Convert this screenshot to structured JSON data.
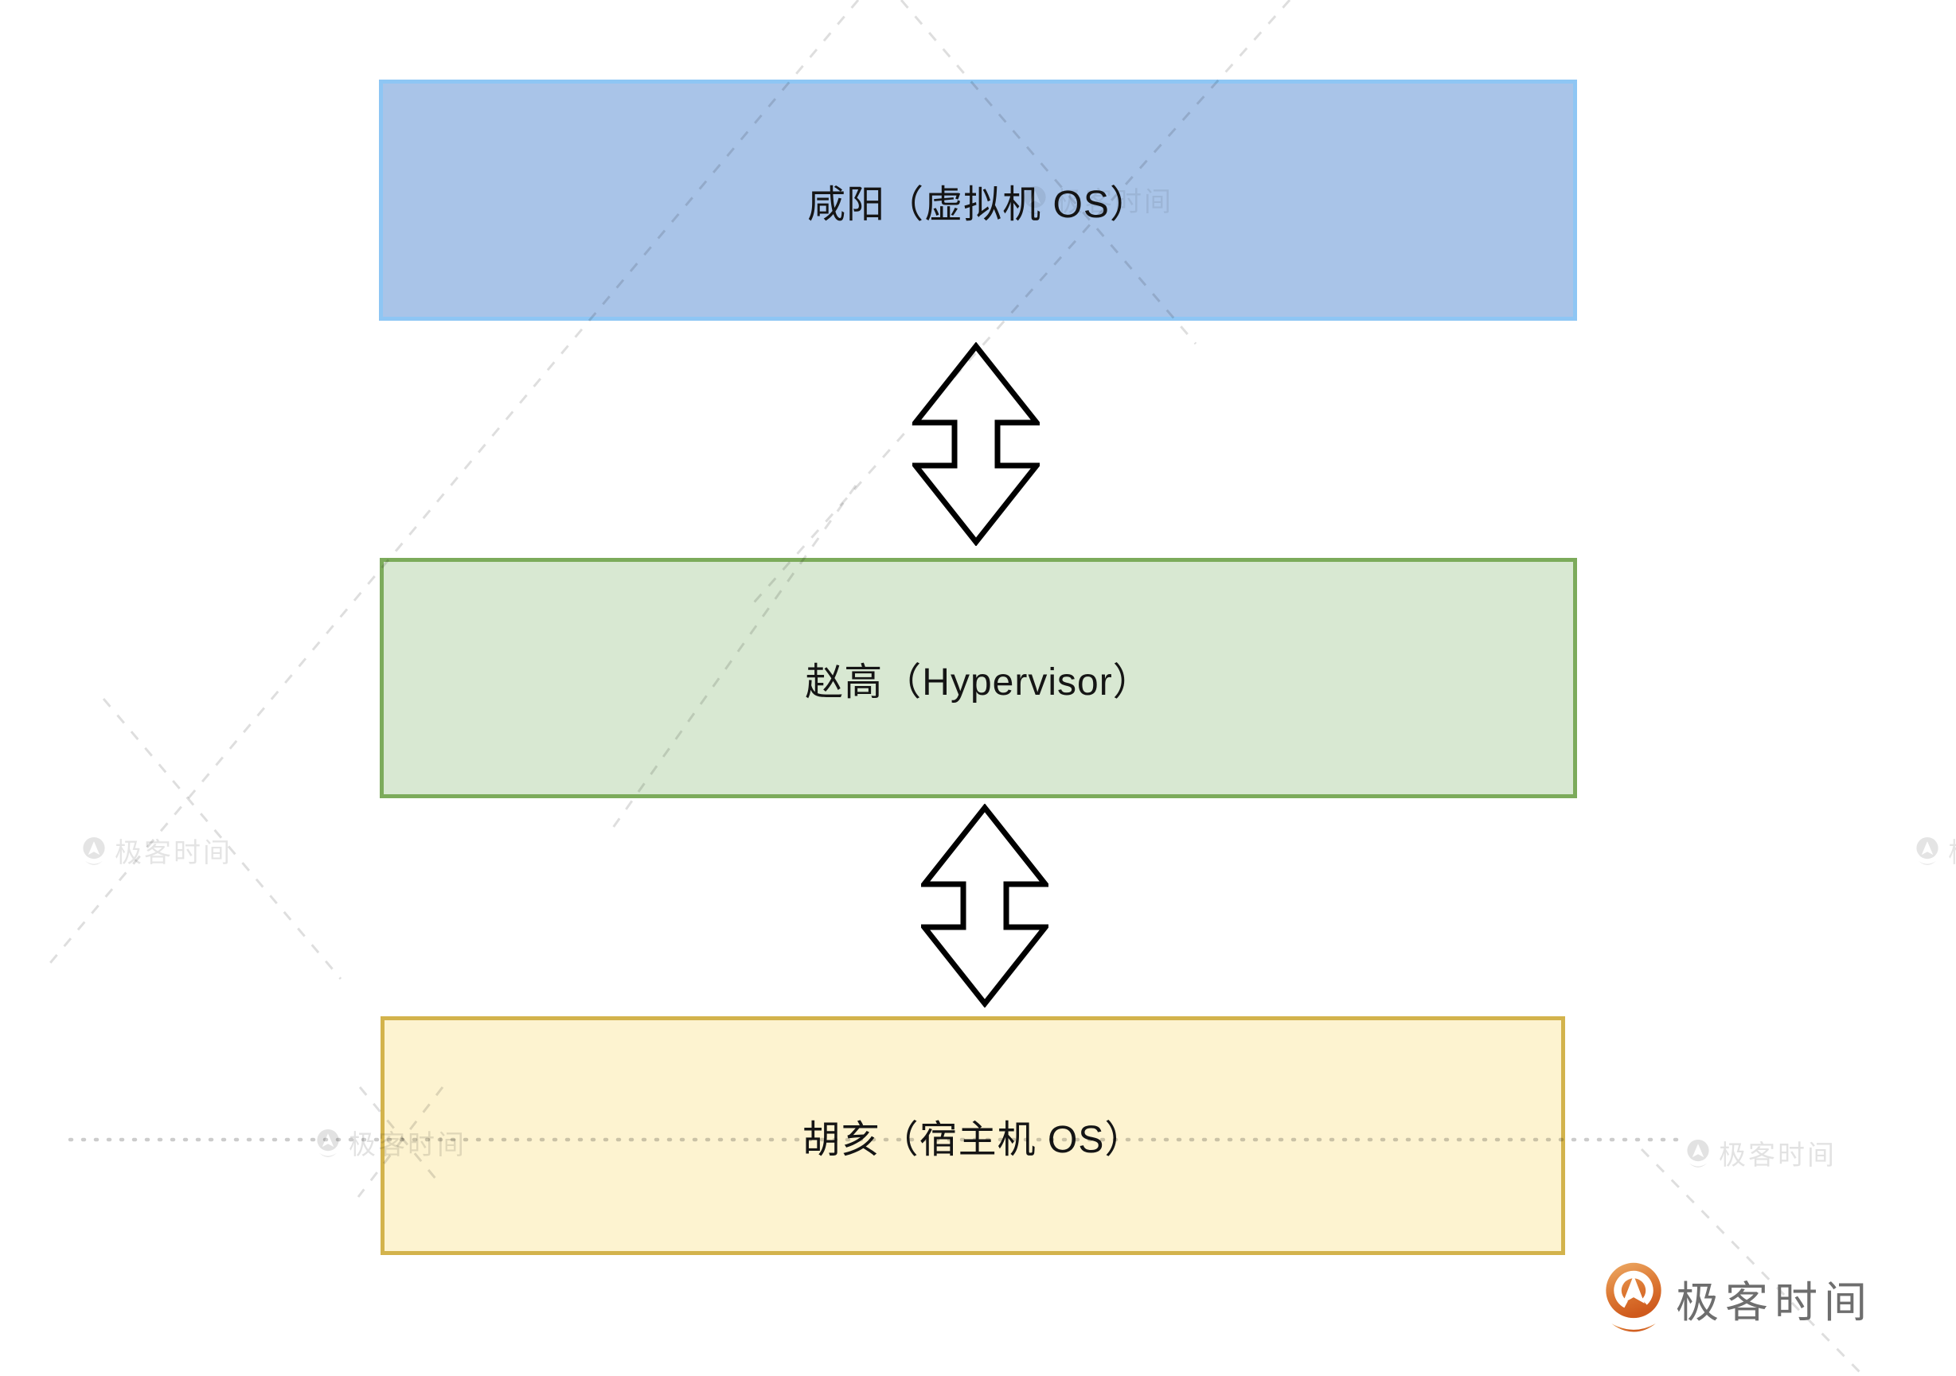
{
  "diagram": {
    "boxes": [
      {
        "role": "vm-os",
        "label": "咸阳（虚拟机 OS）",
        "fill": "#a9c4e8",
        "border": "#8ec6f4"
      },
      {
        "role": "hypervisor",
        "label": "赵高（Hypervisor）",
        "fill": "#d8e8d2",
        "border": "#7cab5b"
      },
      {
        "role": "host-os",
        "label": "胡亥（宿主机 OS）",
        "fill": "#fdf3d0",
        "border": "#d3b34c"
      }
    ],
    "connections": [
      {
        "from": "vm-os",
        "to": "hypervisor",
        "type": "double-headed-arrow"
      },
      {
        "from": "hypervisor",
        "to": "host-os",
        "type": "double-headed-arrow"
      }
    ],
    "arrow_stroke": "#000000",
    "arrow_fill": "#ffffff"
  },
  "watermark": {
    "label": "极客时间"
  },
  "brand": {
    "label": "极客时间",
    "orange_dark": "#cf5a1d",
    "orange_light": "#eead68",
    "text_color": "#6e6e6e"
  }
}
